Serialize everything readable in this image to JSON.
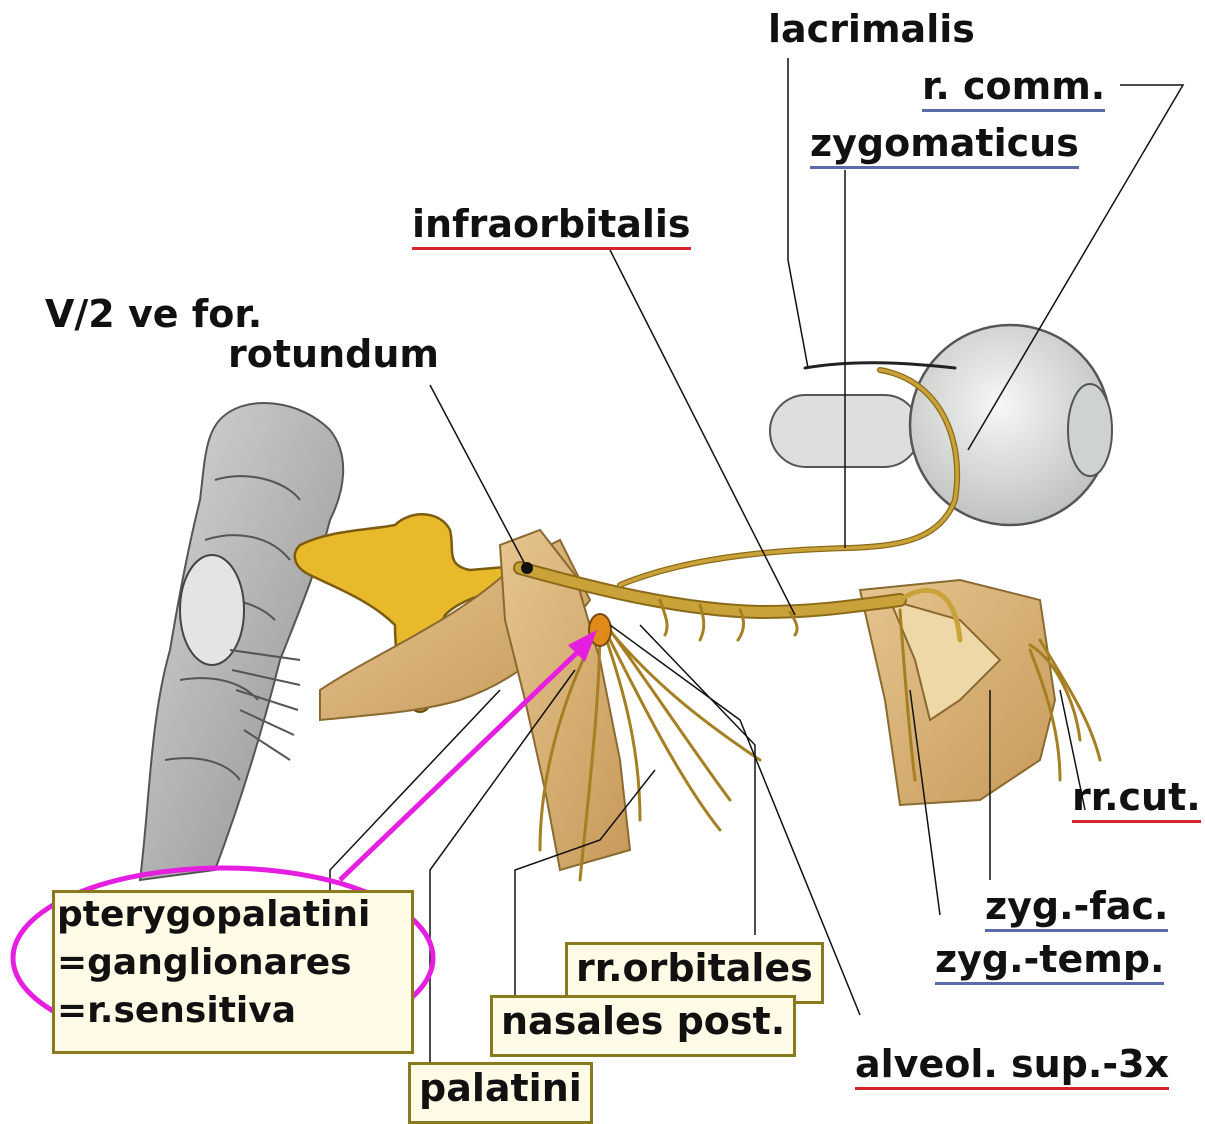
{
  "labels": {
    "lacrimalis": "lacrimalis",
    "r_comm": "r. comm.",
    "zygomaticus": "zygomaticus",
    "infraorbitalis": "infraorbitalis",
    "v2_line1": "V/2 ve for.",
    "v2_line2": "rotundum",
    "rr_cut": "rr.cut.",
    "zyg_fac": "zyg.-fac.",
    "zyg_temp": "zyg.-temp.",
    "rr_orbitales": "rr.orbitales",
    "nasales_post": "nasales post.",
    "alveol_sup": "alveol. sup.-3x",
    "palatini": "palatini",
    "pterygo_line1": "pterygopalatini",
    "pterygo_line2": "=ganglionares",
    "pterygo_line3": "=r.sensitiva"
  },
  "colors": {
    "nerve": "#c9a23a",
    "nerve_dark": "#8c6a18",
    "ganglion_yellow": "#e8b92b",
    "bone": "#d9b77c",
    "eye": "#e2e4e2",
    "brainstem": "#b9b9b9",
    "highlight_arrow": "#e61ee0",
    "underline_red": "#d9232d",
    "underline_blue": "#5b6aa8",
    "box_border": "#8a7a1e"
  }
}
